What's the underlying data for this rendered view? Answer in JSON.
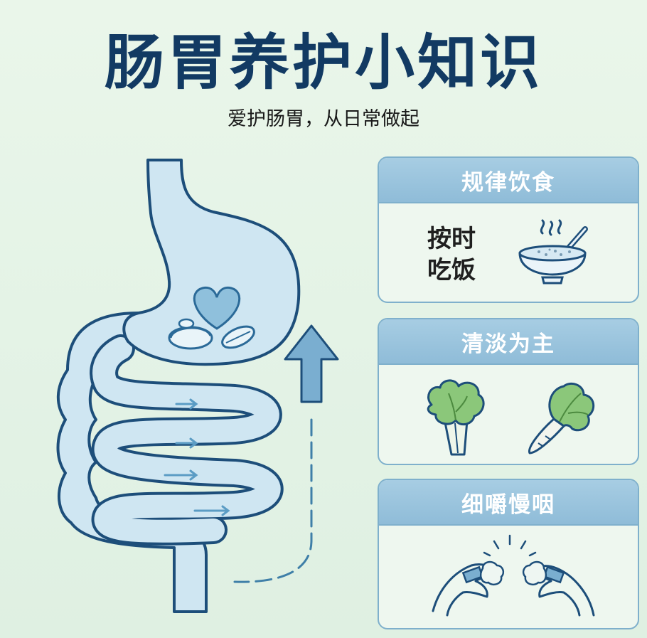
{
  "header": {
    "title": "肠胃养护小知识",
    "subtitle": "爱护肠胃，从日常做起"
  },
  "cards": [
    {
      "title": "规律饮食",
      "text_line1": "按时",
      "text_line2": "吃饭",
      "icon": "rice-bowl-icon"
    },
    {
      "title": "清淡为主",
      "icons": [
        "napa-cabbage-icon",
        "bok-choy-icon"
      ]
    },
    {
      "title": "细嚼慢咽",
      "icon": "chewing-hands-icon"
    }
  ],
  "illustration": {
    "icons": [
      "stomach-icon",
      "intestines-icon",
      "heart-icon",
      "food-icon",
      "pill-icon",
      "up-arrow-icon"
    ]
  },
  "colors": {
    "title": "#123a63",
    "organ_fill": "#cfe6f2",
    "outline": "#1d4e7a",
    "card_header": "#8fbcd8",
    "accent": "#3f7fa8"
  }
}
